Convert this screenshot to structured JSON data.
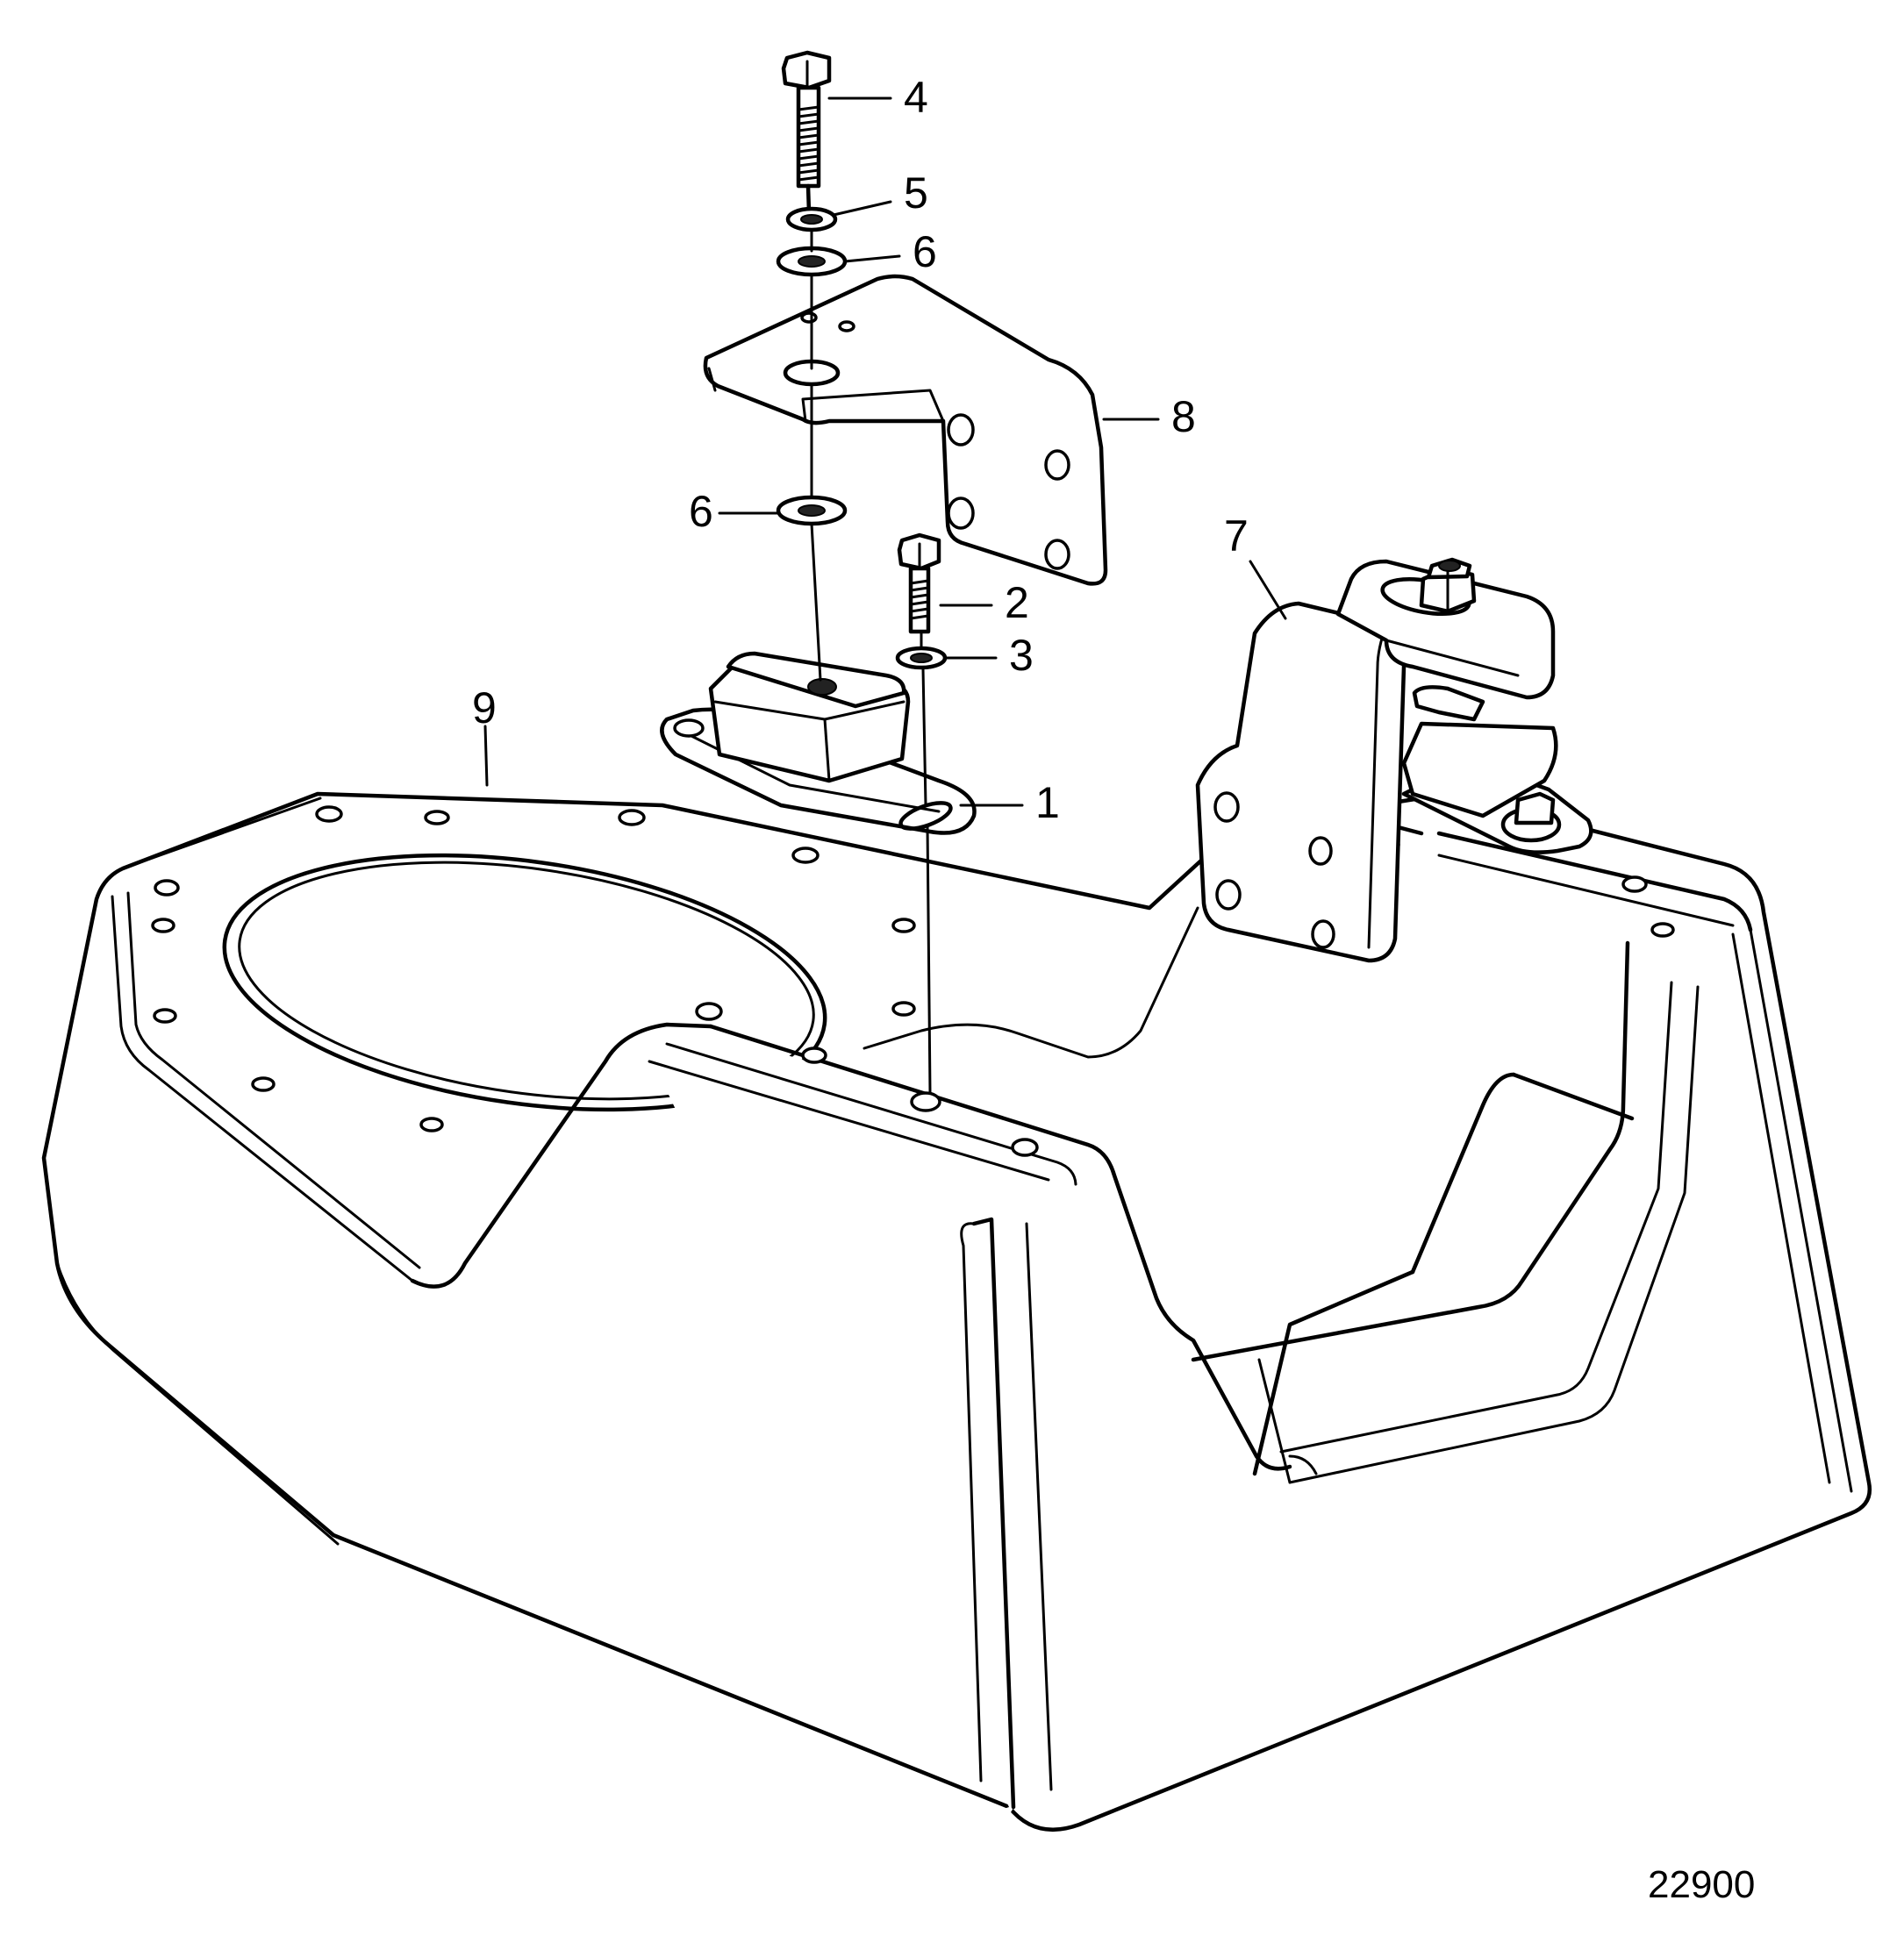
{
  "callouts": {
    "c1": "1",
    "c2": "2",
    "c3": "3",
    "c4": "4",
    "c5": "5",
    "c6a": "6",
    "c6b": "6",
    "c7": "7",
    "c8": "8",
    "c9": "9"
  },
  "drawing_reference": "22900",
  "colors": {
    "line": "#000000",
    "background": "#ffffff"
  }
}
